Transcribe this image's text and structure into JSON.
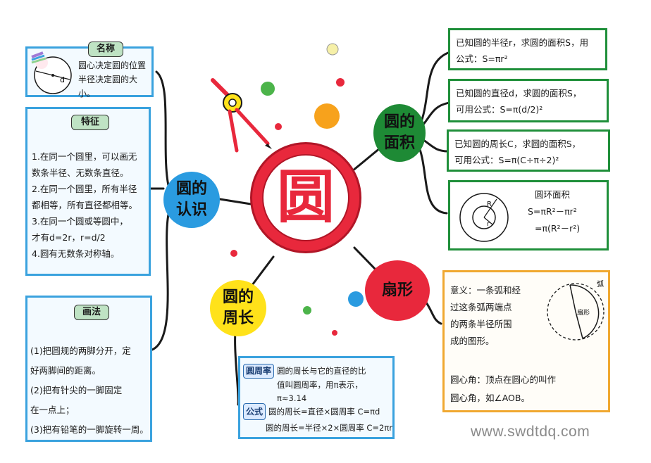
{
  "center": {
    "glyph": "圆"
  },
  "topics": {
    "recognition": "圆的认识",
    "area": "圆的面积",
    "perimeter": "圆的周长",
    "sector": "扇形"
  },
  "naming": {
    "title": "名称",
    "diagram_label": "d",
    "lines": [
      "圆心决定圆的位置",
      "半径决定圆的大小。"
    ]
  },
  "features": {
    "title": "特征",
    "lines": [
      "1.在同一个圆里，可以画无",
      "数条半径、无数条直径。",
      "2.在同一个圆里，所有半径",
      "都相等，所有直径都相等。",
      "3.在同一个圆或等圆中，",
      "才有d=2r，r=d/2",
      "4.圆有无数条对称轴。"
    ]
  },
  "drawing": {
    "title": "画法",
    "lines": [
      "(1)把圆规的两脚分开，定",
      "好两脚间的距离。",
      "(2)把有针尖的一脚固定",
      "在一点上；",
      "(3)把有铅笔的一脚旋转一周。"
    ]
  },
  "perimeter_box": {
    "pi_tag": "圆周率",
    "pi_lines": [
      "圆的周长与它的直径的比",
      "值叫圆周率，用π表示，π≈3.14"
    ],
    "formula_tag": "公式",
    "formula_lines": [
      "圆的周长=直径×圆周率 C=πd",
      "圆的周长=半径×2×圆周率 C=2πr"
    ]
  },
  "area_boxes": {
    "radius": [
      "已知圆的半径r，求圆的面积S，用",
      "公式：S=πr²"
    ],
    "diameter": [
      "已知圆的直径d，求圆的面积S，",
      "可用公式：S=π(d/2)²"
    ],
    "circumference": [
      "已知圆的周长C，求圆的面积S，",
      "可用公式：S=π(C÷π÷2)²"
    ],
    "ring": {
      "title": "圆环面积",
      "formula1": "S=πR²－πr²",
      "formula2": "=π(R²－r²)",
      "label_R": "R",
      "label_r": "r"
    }
  },
  "sector_box": {
    "lines": [
      "意义：一条弧和经",
      "过这条弧两端点",
      "的两条半径所围",
      "成的图形。"
    ],
    "angle_line1": "圆心角：顶点在圆心的叫作",
    "angle_line2": "圆心角，如∠AOB。",
    "diagram_arc_label": "弧",
    "diagram_label": "扇形"
  },
  "watermark": "www.swdtdq.com",
  "colors": {
    "center_ring": "#e8283c",
    "recognition": "#2a9be0",
    "area": "#1e8a35",
    "perimeter": "#ffe21a",
    "sector": "#e8283c",
    "blue_border": "#3aa2de",
    "green_border": "#1f8f3a",
    "orange_border": "#f0a830"
  }
}
